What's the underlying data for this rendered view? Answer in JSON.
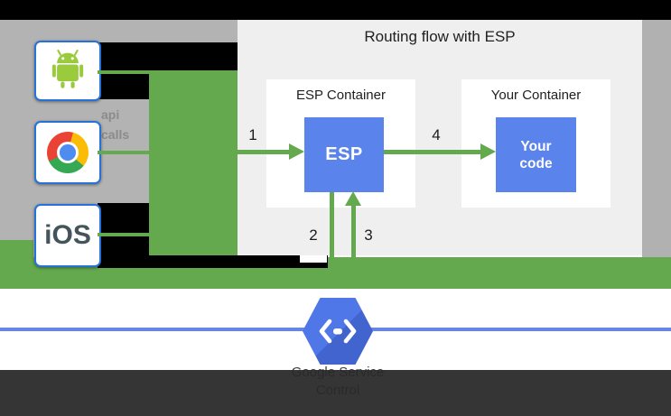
{
  "diagram": {
    "title": "Routing flow with ESP",
    "clients": [
      {
        "name": "android-app",
        "icon": "android-icon"
      },
      {
        "name": "chrome-browser",
        "icon": "chrome-icon"
      },
      {
        "name": "ios-app",
        "icon": "ios-icon",
        "label": "iOS"
      }
    ],
    "api_calls_label": {
      "line1": "api",
      "line2": "calls"
    },
    "esp_container": {
      "title": "ESP Container",
      "box_label": "ESP"
    },
    "your_container": {
      "title": "Your Container",
      "box_label_line1": "Your",
      "box_label_line2": "code"
    },
    "steps": {
      "s1": "1",
      "s2": "2",
      "s3": "3",
      "s4": "4"
    },
    "service": {
      "icon": "google-cloud-hexagon-icon",
      "caption_line1": "Google Service",
      "caption_line2": "Control"
    },
    "colors": {
      "green": "#64A94E",
      "blue_box": "#5B83EC",
      "hexagon_blue": "#5077E8",
      "panel_gray": "#EFEFEF",
      "side_gray": "#B3B3B3",
      "dark_band": "#282828",
      "line_blue": "#6484F0",
      "icon_border_blue": "#2572D8",
      "android_green": "#9ACB3C"
    }
  }
}
